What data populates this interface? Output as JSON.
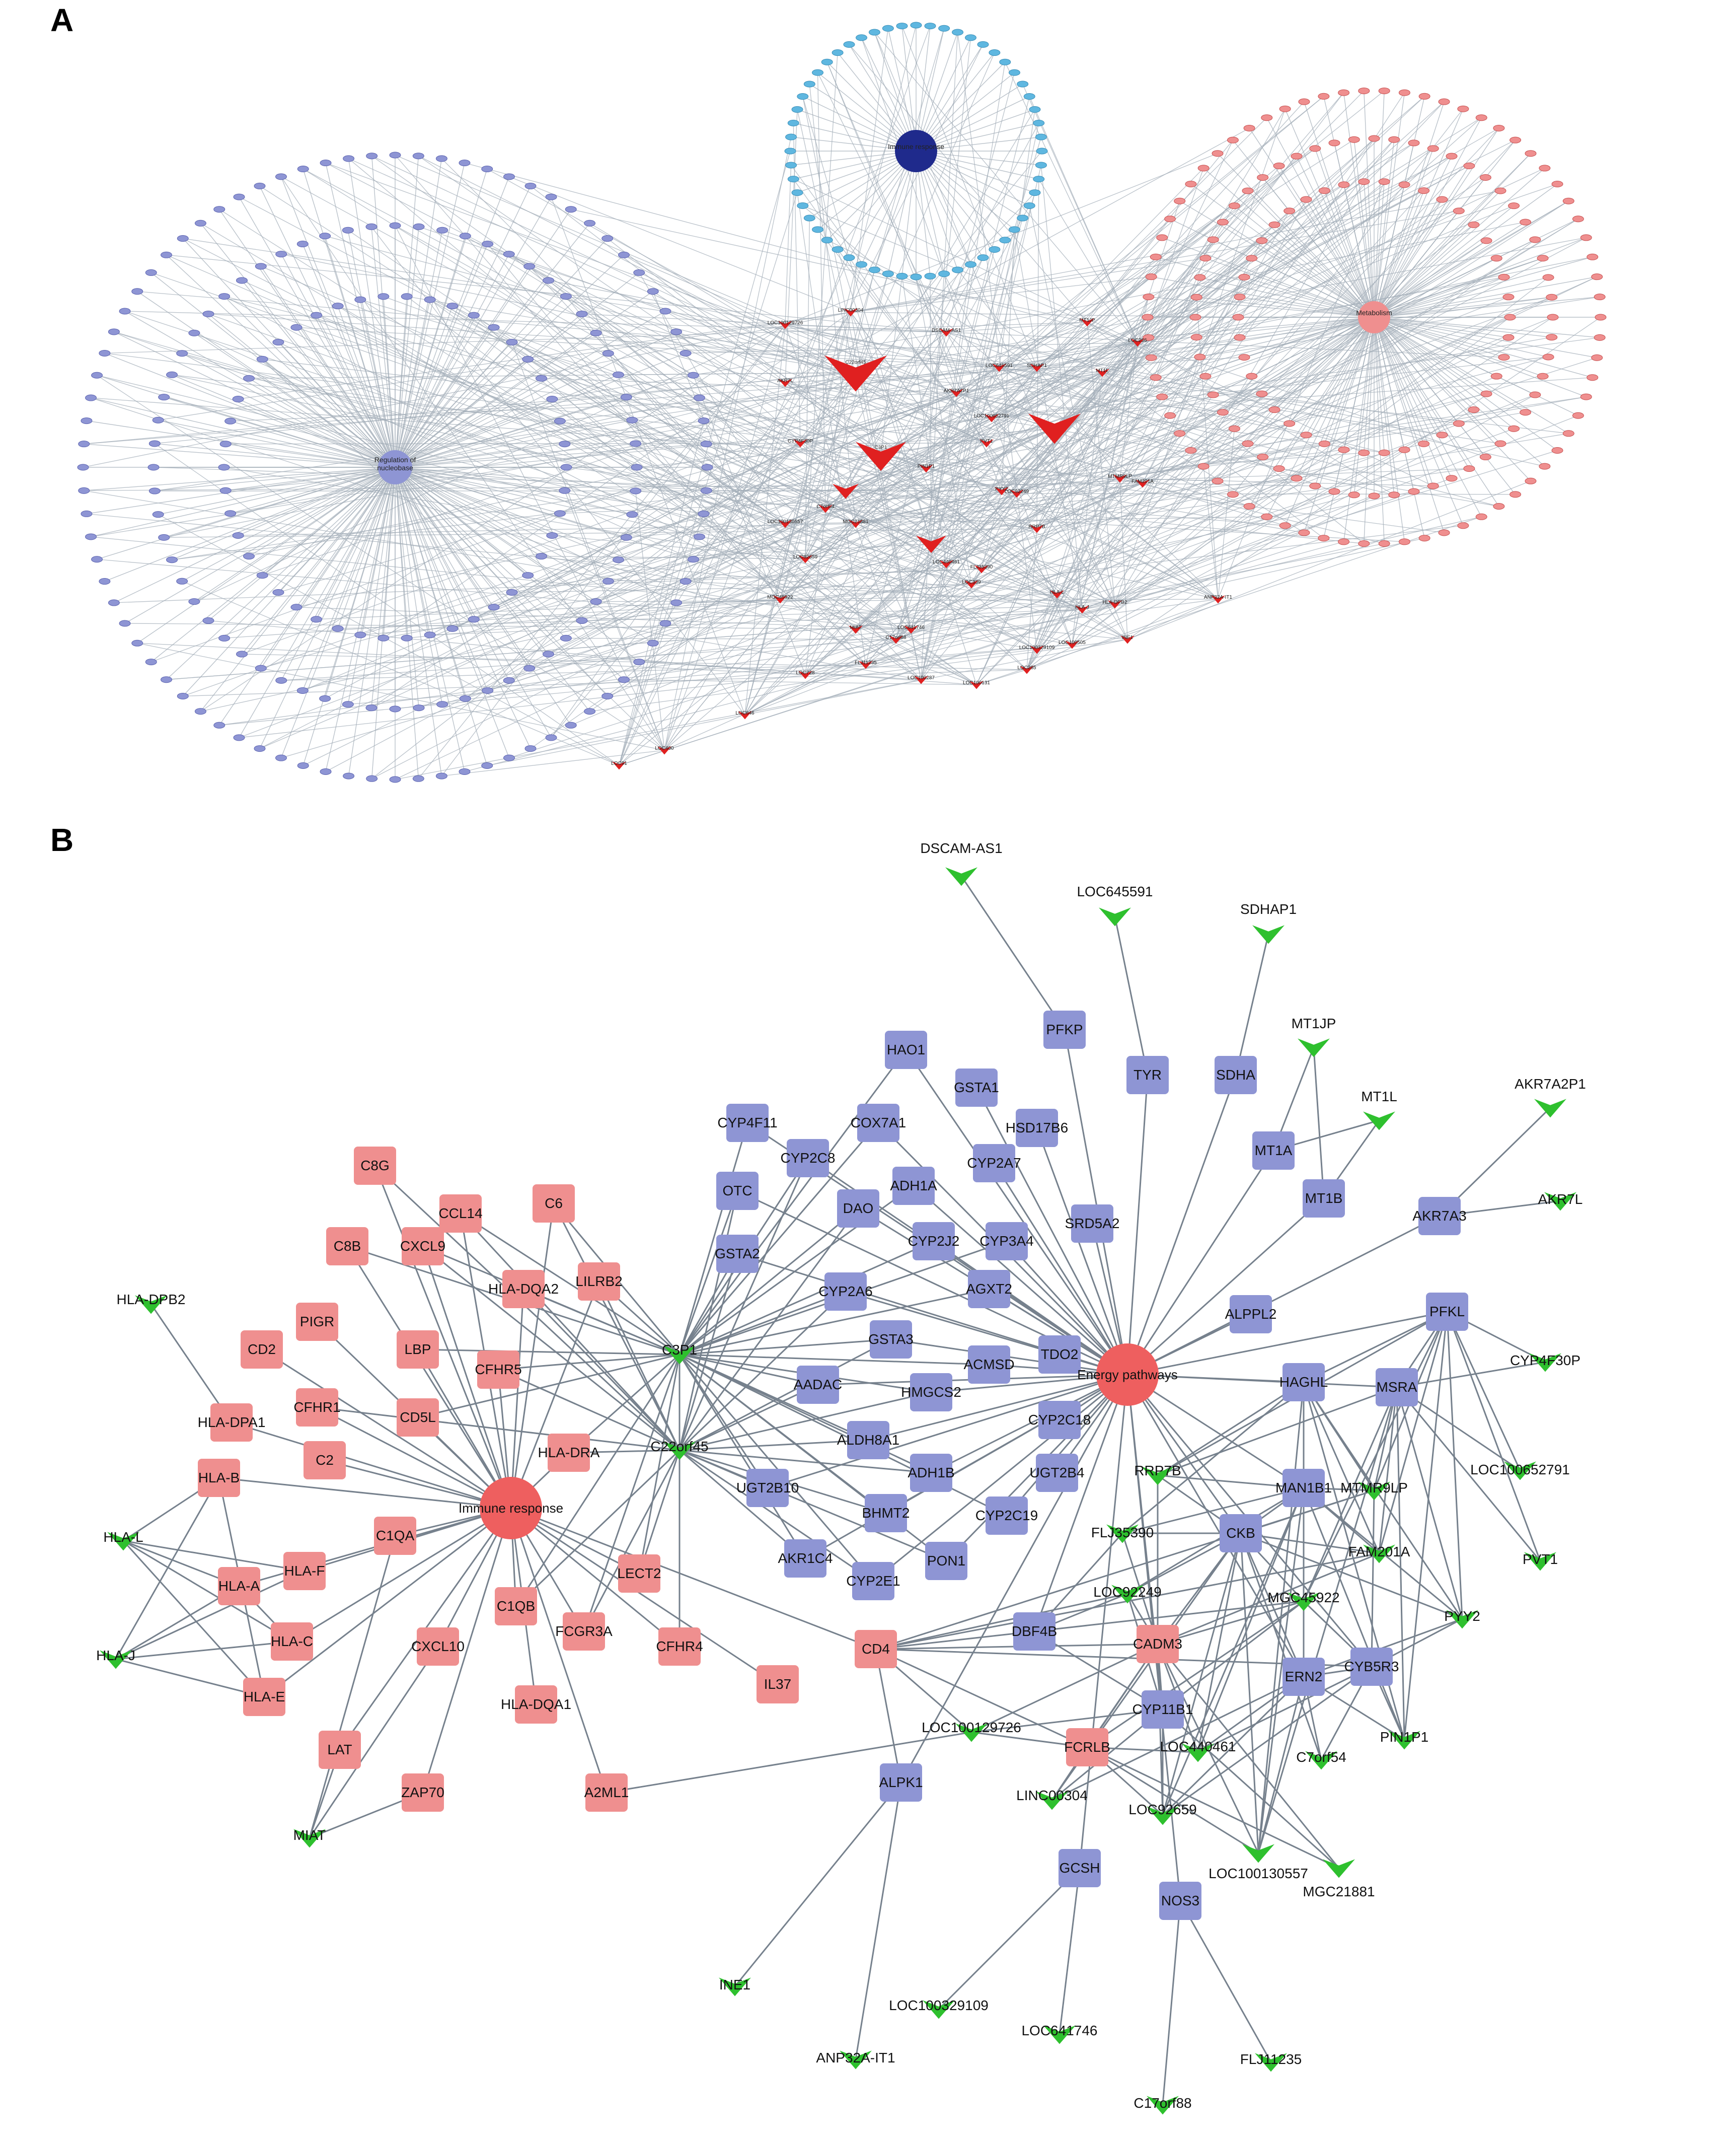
{
  "panels": {
    "a": {
      "label": "A"
    },
    "b": {
      "label": "B"
    }
  },
  "colors": {
    "edge_a": "#a3adb8",
    "edge_b": "#76818d",
    "blue_node": "#8e95d4",
    "blue_node_stroke": "#5c64b0",
    "light_blue_node": "#5fb7e0",
    "dark_blue_hub": "#1f2a8c",
    "pink_node": "#ef8f8f",
    "red_hub": "#ee5f5f",
    "red_arrow": "#e02020",
    "green_v": "#2ec02e"
  },
  "panel_a": {
    "hubs": [
      {
        "id": "regulation",
        "text": [
          "Regulation of",
          "nucleobase"
        ]
      },
      {
        "id": "immune",
        "text": [
          "Immune response"
        ]
      },
      {
        "id": "metabolism",
        "text": [
          "Metabolism"
        ]
      }
    ],
    "big_arrows": [
      "C22orf45",
      "C3P1",
      "",
      "",
      ""
    ],
    "arrow_labels": [
      "LOC100129726",
      "LINC00304",
      "DSCAM-AS1",
      "LOC645591",
      "SDHAP1",
      "MT1JP",
      "MT1L",
      "AKR7A2P1",
      "AKR7L",
      "CYP4F30P",
      "LOC100652791",
      "PVT1",
      "PYY2",
      "PIN1P1",
      "C7orf54",
      "MGC21881",
      "LOC100130557",
      "LOC92659",
      "LOC440461",
      "FLJ35390",
      "LOC92249",
      "RRP7B",
      "MTMR9LP",
      "FAM201A",
      "MGC45922",
      "MIAT",
      "HLA-L",
      "HLA-J",
      "HLA-DPB2",
      "INE1",
      "ANP32A-IT1",
      "LOC100329109",
      "LOC641746",
      "C17orf88",
      "FLJ11235",
      "LOC100131",
      "LOC285",
      "LOC100505",
      "LOC728",
      "LOC646",
      "LOC400",
      "LOC91",
      "LOC339",
      "LOC100287",
      "LOC256"
    ]
  },
  "panel_b": {
    "hubs": [
      {
        "id": "immune_response",
        "label": "Immune response"
      },
      {
        "id": "energy_pathways",
        "label": "Energy pathways"
      }
    ],
    "pink_nodes": [
      "C8G",
      "CCL14",
      "C6",
      "C8B",
      "CXCL9",
      "HLA-DQA2",
      "LILRB2",
      "PIGR",
      "CD2",
      "LBP",
      "CFHR5",
      "CFHR1",
      "CD5L",
      "HLA-DPA1",
      "C2",
      "HLA-DRA",
      "HLA-B",
      "C1QA",
      "HLA-A",
      "HLA-F",
      "LECT2",
      "C1QB",
      "FCGR3A",
      "CFHR4",
      "HLA-C",
      "HLA-E",
      "CXCL10",
      "IL37",
      "HLA-DQA1",
      "LAT",
      "ZAP70",
      "A2ML1",
      "CD4",
      "CADM3",
      "FCRLB"
    ],
    "blue_nodes": [
      "PFKP",
      "TYR",
      "SDHA",
      "HAO1",
      "GSTA1",
      "CYP4F11",
      "COX7A1",
      "HSD17B6",
      "MT1A",
      "MT1B",
      "OTC",
      "CYP2C8",
      "ADH1A",
      "CYP2A7",
      "DAO",
      "CYP2J2",
      "CYP3A4",
      "SRD5A2",
      "AKR7A3",
      "GSTA2",
      "CYP2A6",
      "AGXT2",
      "GSTA3",
      "ALPPL2",
      "PFKL",
      "TDO2",
      "ACMSD",
      "AADAC",
      "HMGCS2",
      "HAGHL",
      "MSRA",
      "CYP2C18",
      "ALDH8A1",
      "ADH1B",
      "UGT2B4",
      "UGT2B10",
      "BHMT2",
      "CYP2C19",
      "MAN1B1",
      "CKB",
      "AKR1C4",
      "PON1",
      "CYP2E1",
      "DBF4B",
      "CYB5R3",
      "ERN2",
      "CYP11B1",
      "ALPK1",
      "GCSH",
      "NOS3"
    ],
    "green_nodes": [
      "DSCAM-AS1",
      "LOC645591",
      "SDHAP1",
      "MT1JP",
      "MT1L",
      "AKR7A2P1",
      "AKR7L",
      "HLA-DPB2",
      "C3P1",
      "CYP4F30P",
      "C22orf45",
      "LOC100652791",
      "RRP7B",
      "MTMR9LP",
      "PVT1",
      "HLA-L",
      "FLJ35390",
      "FAM201A",
      "LOC92249",
      "MGC45922",
      "PYY2",
      "HLA-J",
      "LOC100129726",
      "LOC440461",
      "PIN1P1",
      "C7orf54",
      "LINC00304",
      "LOC92659",
      "LOC100130557",
      "MGC21881",
      "MIAT",
      "INE1",
      "LOC100329109",
      "LOC641746",
      "ANP32A-IT1",
      "FLJ11235",
      "C17orf88"
    ],
    "edges": [
      [
        "Immune response",
        "C8G"
      ],
      [
        "Immune response",
        "CCL14"
      ],
      [
        "Immune response",
        "C6"
      ],
      [
        "Immune response",
        "C8B"
      ],
      [
        "Immune response",
        "CXCL9"
      ],
      [
        "Immune response",
        "HLA-DQA2"
      ],
      [
        "Immune response",
        "LILRB2"
      ],
      [
        "Immune response",
        "PIGR"
      ],
      [
        "Immune response",
        "CD2"
      ],
      [
        "Immune response",
        "LBP"
      ],
      [
        "Immune response",
        "CFHR5"
      ],
      [
        "Immune response",
        "CFHR1"
      ],
      [
        "Immune response",
        "CD5L"
      ],
      [
        "Immune response",
        "HLA-DPA1"
      ],
      [
        "Immune response",
        "C2"
      ],
      [
        "Immune response",
        "HLA-DRA"
      ],
      [
        "Immune response",
        "HLA-B"
      ],
      [
        "Immune response",
        "C1QA"
      ],
      [
        "Immune response",
        "HLA-F"
      ],
      [
        "Immune response",
        "LECT2"
      ],
      [
        "Immune response",
        "C1QB"
      ],
      [
        "Immune response",
        "FCGR3A"
      ],
      [
        "Immune response",
        "CFHR4"
      ],
      [
        "Immune response",
        "HLA-C"
      ],
      [
        "Immune response",
        "CXCL10"
      ],
      [
        "Immune response",
        "IL37"
      ],
      [
        "Immune response",
        "HLA-DQA1"
      ],
      [
        "Immune response",
        "A2ML1"
      ],
      [
        "Immune response",
        "CD4"
      ],
      [
        "Immune response",
        "ZAP70"
      ],
      [
        "Immune response",
        "LAT"
      ],
      [
        "Immune response",
        "HLA-A"
      ],
      [
        "Immune response",
        "HLA-E"
      ],
      [
        "C3P1",
        "C6"
      ],
      [
        "C3P1",
        "CCL14"
      ],
      [
        "C3P1",
        "HLA-DQA2"
      ],
      [
        "C3P1",
        "LILRB2"
      ],
      [
        "C3P1",
        "CFHR5"
      ],
      [
        "C3P1",
        "CXCL9"
      ],
      [
        "C3P1",
        "C8B"
      ],
      [
        "C3P1",
        "LBP"
      ],
      [
        "C3P1",
        "CD5L"
      ],
      [
        "C3P1",
        "HLA-DRA"
      ],
      [
        "C3P1",
        "C1QB"
      ],
      [
        "C3P1",
        "FCGR3A"
      ],
      [
        "C3P1",
        "LECT2"
      ],
      [
        "C3P1",
        "CFHR4"
      ],
      [
        "C3P1",
        "GSTA2"
      ],
      [
        "C3P1",
        "OTC"
      ],
      [
        "C3P1",
        "CYP4F11"
      ],
      [
        "C3P1",
        "CYP2C8"
      ],
      [
        "C3P1",
        "DAO"
      ],
      [
        "C3P1",
        "CYP2A6"
      ],
      [
        "C3P1",
        "GSTA3"
      ],
      [
        "C3P1",
        "AADAC"
      ],
      [
        "C3P1",
        "HMGCS2"
      ],
      [
        "C3P1",
        "ALDH8A1"
      ],
      [
        "C3P1",
        "ADH1B"
      ],
      [
        "C3P1",
        "UGT2B10"
      ],
      [
        "C3P1",
        "BHMT2"
      ],
      [
        "C3P1",
        "AKR1C4"
      ],
      [
        "C3P1",
        "CYP2E1"
      ],
      [
        "C3P1",
        "ADH1A"
      ],
      [
        "C3P1",
        "COX7A1"
      ],
      [
        "C3P1",
        "HAO1"
      ],
      [
        "C3P1",
        "PON1"
      ],
      [
        "C3P1",
        "CYP2C19"
      ],
      [
        "C3P1",
        "ACMSD"
      ],
      [
        "C3P1",
        "AGXT2"
      ],
      [
        "C3P1",
        "CYP3A4"
      ],
      [
        "C3P1",
        "CYP2J2"
      ],
      [
        "C22orf45",
        "C8G"
      ],
      [
        "C22orf45",
        "CCL14"
      ],
      [
        "C22orf45",
        "C6"
      ],
      [
        "C22orf45",
        "HLA-DQA2"
      ],
      [
        "C22orf45",
        "LILRB2"
      ],
      [
        "C22orf45",
        "CFHR5"
      ],
      [
        "C22orf45",
        "CXCL9"
      ],
      [
        "C22orf45",
        "HLA-DRA"
      ],
      [
        "C22orf45",
        "CFHR1"
      ],
      [
        "C22orf45",
        "C1QB"
      ],
      [
        "C22orf45",
        "FCGR3A"
      ],
      [
        "C22orf45",
        "LECT2"
      ],
      [
        "C22orf45",
        "CFHR4"
      ],
      [
        "C22orf45",
        "GSTA2"
      ],
      [
        "C22orf45",
        "OTC"
      ],
      [
        "C22orf45",
        "CYP2A6"
      ],
      [
        "C22orf45",
        "AADAC"
      ],
      [
        "C22orf45",
        "UGT2B10"
      ],
      [
        "C22orf45",
        "BHMT2"
      ],
      [
        "C22orf45",
        "AKR1C4"
      ],
      [
        "C22orf45",
        "CYP2E1"
      ],
      [
        "C22orf45",
        "ALDH8A1"
      ],
      [
        "C22orf45",
        "HMGCS2"
      ],
      [
        "C22orf45",
        "ADH1B"
      ],
      [
        "C22orf45",
        "CYP2C8"
      ],
      [
        "C22orf45",
        "DAO"
      ],
      [
        "C22orf45",
        "GSTA3"
      ],
      [
        "C22orf45",
        "PON1"
      ],
      [
        "Energy pathways",
        "PFKP"
      ],
      [
        "Energy pathways",
        "TYR"
      ],
      [
        "Energy pathways",
        "SDHA"
      ],
      [
        "Energy pathways",
        "HAO1"
      ],
      [
        "Energy pathways",
        "GSTA1"
      ],
      [
        "Energy pathways",
        "CYP4F11"
      ],
      [
        "Energy pathways",
        "COX7A1"
      ],
      [
        "Energy pathways",
        "HSD17B6"
      ],
      [
        "Energy pathways",
        "MT1A"
      ],
      [
        "Energy pathways",
        "MT1B"
      ],
      [
        "Energy pathways",
        "OTC"
      ],
      [
        "Energy pathways",
        "CYP2C8"
      ],
      [
        "Energy pathways",
        "ADH1A"
      ],
      [
        "Energy pathways",
        "CYP2A7"
      ],
      [
        "Energy pathways",
        "DAO"
      ],
      [
        "Energy pathways",
        "CYP2J2"
      ],
      [
        "Energy pathways",
        "CYP3A4"
      ],
      [
        "Energy pathways",
        "SRD5A2"
      ],
      [
        "Energy pathways",
        "AKR7A3"
      ],
      [
        "Energy pathways",
        "GSTA2"
      ],
      [
        "Energy pathways",
        "CYP2A6"
      ],
      [
        "Energy pathways",
        "AGXT2"
      ],
      [
        "Energy pathways",
        "GSTA3"
      ],
      [
        "Energy pathways",
        "ALPPL2"
      ],
      [
        "Energy pathways",
        "PFKL"
      ],
      [
        "Energy pathways",
        "TDO2"
      ],
      [
        "Energy pathways",
        "ACMSD"
      ],
      [
        "Energy pathways",
        "AADAC"
      ],
      [
        "Energy pathways",
        "HMGCS2"
      ],
      [
        "Energy pathways",
        "HAGHL"
      ],
      [
        "Energy pathways",
        "MSRA"
      ],
      [
        "Energy pathways",
        "CYP2C18"
      ],
      [
        "Energy pathways",
        "ALDH8A1"
      ],
      [
        "Energy pathways",
        "ADH1B"
      ],
      [
        "Energy pathways",
        "UGT2B4"
      ],
      [
        "Energy pathways",
        "UGT2B10"
      ],
      [
        "Energy pathways",
        "BHMT2"
      ],
      [
        "Energy pathways",
        "CYP2C19"
      ],
      [
        "Energy pathways",
        "MAN1B1"
      ],
      [
        "Energy pathways",
        "CKB"
      ],
      [
        "Energy pathways",
        "AKR1C4"
      ],
      [
        "Energy pathways",
        "PON1"
      ],
      [
        "Energy pathways",
        "CYP2E1"
      ],
      [
        "Energy pathways",
        "DBF4B"
      ],
      [
        "Energy pathways",
        "CYB5R3"
      ],
      [
        "Energy pathways",
        "ERN2"
      ],
      [
        "Energy pathways",
        "CYP11B1"
      ],
      [
        "Energy pathways",
        "ALPK1"
      ],
      [
        "Energy pathways",
        "GCSH"
      ],
      [
        "Energy pathways",
        "NOS3"
      ],
      [
        "DSCAM-AS1",
        "PFKP"
      ],
      [
        "LOC645591",
        "TYR"
      ],
      [
        "SDHAP1",
        "SDHA"
      ],
      [
        "MT1JP",
        "MT1A"
      ],
      [
        "MT1JP",
        "MT1B"
      ],
      [
        "MT1L",
        "MT1A"
      ],
      [
        "MT1L",
        "MT1B"
      ],
      [
        "AKR7A2P1",
        "AKR7A3"
      ],
      [
        "AKR7L",
        "AKR7A3"
      ],
      [
        "CYP4F30P",
        "PFKL"
      ],
      [
        "CYP4F30P",
        "MSRA"
      ],
      [
        "LOC100652791",
        "PFKL"
      ],
      [
        "LOC100652791",
        "MSRA"
      ],
      [
        "PVT1",
        "PFKL"
      ],
      [
        "PVT1",
        "MSRA"
      ],
      [
        "HLA-DPB2",
        "HLA-DPA1"
      ],
      [
        "HLA-L",
        "HLA-B"
      ],
      [
        "HLA-L",
        "HLA-A"
      ],
      [
        "HLA-L",
        "HLA-C"
      ],
      [
        "HLA-L",
        "HLA-E"
      ],
      [
        "HLA-L",
        "HLA-F"
      ],
      [
        "HLA-J",
        "HLA-A"
      ],
      [
        "HLA-J",
        "HLA-C"
      ],
      [
        "HLA-J",
        "HLA-E"
      ],
      [
        "HLA-J",
        "HLA-B"
      ],
      [
        "HLA-J",
        "HLA-F"
      ],
      [
        "HLA-A",
        "HLA-C"
      ],
      [
        "HLA-B",
        "HLA-E"
      ],
      [
        "MIAT",
        "LAT"
      ],
      [
        "MIAT",
        "ZAP70"
      ],
      [
        "MIAT",
        "CXCL10"
      ],
      [
        "MIAT",
        "C1QA"
      ],
      [
        "INE1",
        "ALPK1"
      ],
      [
        "ANP32A-IT1",
        "ALPK1"
      ],
      [
        "LOC100329109",
        "GCSH"
      ],
      [
        "LOC641746",
        "GCSH"
      ],
      [
        "C17orf88",
        "NOS3"
      ],
      [
        "FLJ11235",
        "NOS3"
      ],
      [
        "A2ML1",
        "LOC100129726"
      ],
      [
        "CD4",
        "LOC100129726"
      ],
      [
        "CD4",
        "CADM3"
      ],
      [
        "CD4",
        "FCRLB"
      ],
      [
        "CD4",
        "LOC92249"
      ],
      [
        "CD4",
        "MGC45922"
      ],
      [
        "CD4",
        "CYB5R3"
      ],
      [
        "CD4",
        "FAM201A"
      ],
      [
        "CD4",
        "MTMR9LP"
      ],
      [
        "LOC100129726",
        "FCRLB"
      ],
      [
        "LOC100129726",
        "CADM3"
      ],
      [
        "LOC100129726",
        "CYP11B1"
      ],
      [
        "LINC00304",
        "FCRLB"
      ],
      [
        "LINC00304",
        "CADM3"
      ],
      [
        "LINC00304",
        "CKB"
      ],
      [
        "LINC00304",
        "CYP11B1"
      ],
      [
        "LINC00304",
        "ERN2"
      ],
      [
        "LOC92659",
        "FCRLB"
      ],
      [
        "LOC92659",
        "CADM3"
      ],
      [
        "LOC92659",
        "CYP11B1"
      ],
      [
        "LOC92659",
        "CKB"
      ],
      [
        "LOC92659",
        "ERN2"
      ],
      [
        "LOC92659",
        "MAN1B1"
      ],
      [
        "LOC92659",
        "CYB5R3"
      ],
      [
        "LOC440461",
        "CADM3"
      ],
      [
        "LOC440461",
        "CKB"
      ],
      [
        "LOC440461",
        "MAN1B1"
      ],
      [
        "LOC440461",
        "CYB5R3"
      ],
      [
        "LOC440461",
        "ERN2"
      ],
      [
        "LOC440461",
        "FCRLB"
      ],
      [
        "LOC100130557",
        "CADM3"
      ],
      [
        "LOC100130557",
        "CKB"
      ],
      [
        "LOC100130557",
        "ERN2"
      ],
      [
        "LOC100130557",
        "MAN1B1"
      ],
      [
        "LOC100130557",
        "HAGHL"
      ],
      [
        "LOC100130557",
        "MSRA"
      ],
      [
        "LOC100130557",
        "FCRLB"
      ],
      [
        "MGC21881",
        "FCRLB"
      ],
      [
        "MGC21881",
        "CYP11B1"
      ],
      [
        "MGC21881",
        "CADM3"
      ],
      [
        "C7orf54",
        "ERN2"
      ],
      [
        "C7orf54",
        "CKB"
      ],
      [
        "C7orf54",
        "CYB5R3"
      ],
      [
        "PIN1P1",
        "CYB5R3"
      ],
      [
        "PIN1P1",
        "ERN2"
      ],
      [
        "PIN1P1",
        "MSRA"
      ],
      [
        "PIN1P1",
        "HAGHL"
      ],
      [
        "PIN1P1",
        "PFKL"
      ],
      [
        "PIN1P1",
        "MAN1B1"
      ],
      [
        "PYY2",
        "CYB5R3"
      ],
      [
        "PYY2",
        "ERN2"
      ],
      [
        "PYY2",
        "MSRA"
      ],
      [
        "PYY2",
        "PFKL"
      ],
      [
        "PYY2",
        "HAGHL"
      ],
      [
        "PYY2",
        "MAN1B1"
      ],
      [
        "PYY2",
        "CKB"
      ],
      [
        "MGC45922",
        "CADM3"
      ],
      [
        "MGC45922",
        "CKB"
      ],
      [
        "MGC45922",
        "ERN2"
      ],
      [
        "MGC45922",
        "CYB5R3"
      ],
      [
        "MGC45922",
        "MAN1B1"
      ],
      [
        "MGC45922",
        "HAGHL"
      ],
      [
        "MGC45922",
        "MSRA"
      ],
      [
        "MGC45922",
        "PFKL"
      ],
      [
        "MGC45922",
        "CYP11B1"
      ],
      [
        "MGC45922",
        "FCRLB"
      ],
      [
        "FAM201A",
        "CKB"
      ],
      [
        "FAM201A",
        "MAN1B1"
      ],
      [
        "FAM201A",
        "MSRA"
      ],
      [
        "FAM201A",
        "HAGHL"
      ],
      [
        "FAM201A",
        "CADM3"
      ],
      [
        "FAM201A",
        "PFKL"
      ],
      [
        "MTMR9LP",
        "MAN1B1"
      ],
      [
        "MTMR9LP",
        "MSRA"
      ],
      [
        "MTMR9LP",
        "HAGHL"
      ],
      [
        "MTMR9LP",
        "PFKL"
      ],
      [
        "MTMR9LP",
        "CKB"
      ],
      [
        "MTMR9LP",
        "CYB5R3"
      ],
      [
        "LOC92249",
        "CADM3"
      ],
      [
        "LOC92249",
        "CKB"
      ],
      [
        "LOC92249",
        "DBF4B"
      ],
      [
        "LOC92249",
        "MAN1B1"
      ],
      [
        "LOC92249",
        "CYP11B1"
      ],
      [
        "FLJ35390",
        "CKB"
      ],
      [
        "FLJ35390",
        "CADM3"
      ],
      [
        "FLJ35390",
        "MAN1B1"
      ],
      [
        "FLJ35390",
        "HAGHL"
      ],
      [
        "FLJ35390",
        "DBF4B"
      ],
      [
        "RRP7B",
        "CKB"
      ],
      [
        "RRP7B",
        "MAN1B1"
      ],
      [
        "RRP7B",
        "HAGHL"
      ],
      [
        "RRP7B",
        "MSRA"
      ],
      [
        "RRP7B",
        "CADM3"
      ],
      [
        "RRP7B",
        "PFKL"
      ],
      [
        "CKB",
        "CADM3"
      ],
      [
        "CKB",
        "ERN2"
      ],
      [
        "CKB",
        "MAN1B1"
      ],
      [
        "CADM3",
        "CYP11B1"
      ],
      [
        "CADM3",
        "FCRLB"
      ],
      [
        "DBF4B",
        "CYP11B1"
      ],
      [
        "ALPK1",
        "CD4"
      ],
      [
        "MAN1B1",
        "HAGHL"
      ],
      [
        "ERN2",
        "CYB5R3"
      ],
      [
        "MSRA",
        "PFKL"
      ],
      [
        "HAGHL",
        "PFKL"
      ]
    ]
  }
}
